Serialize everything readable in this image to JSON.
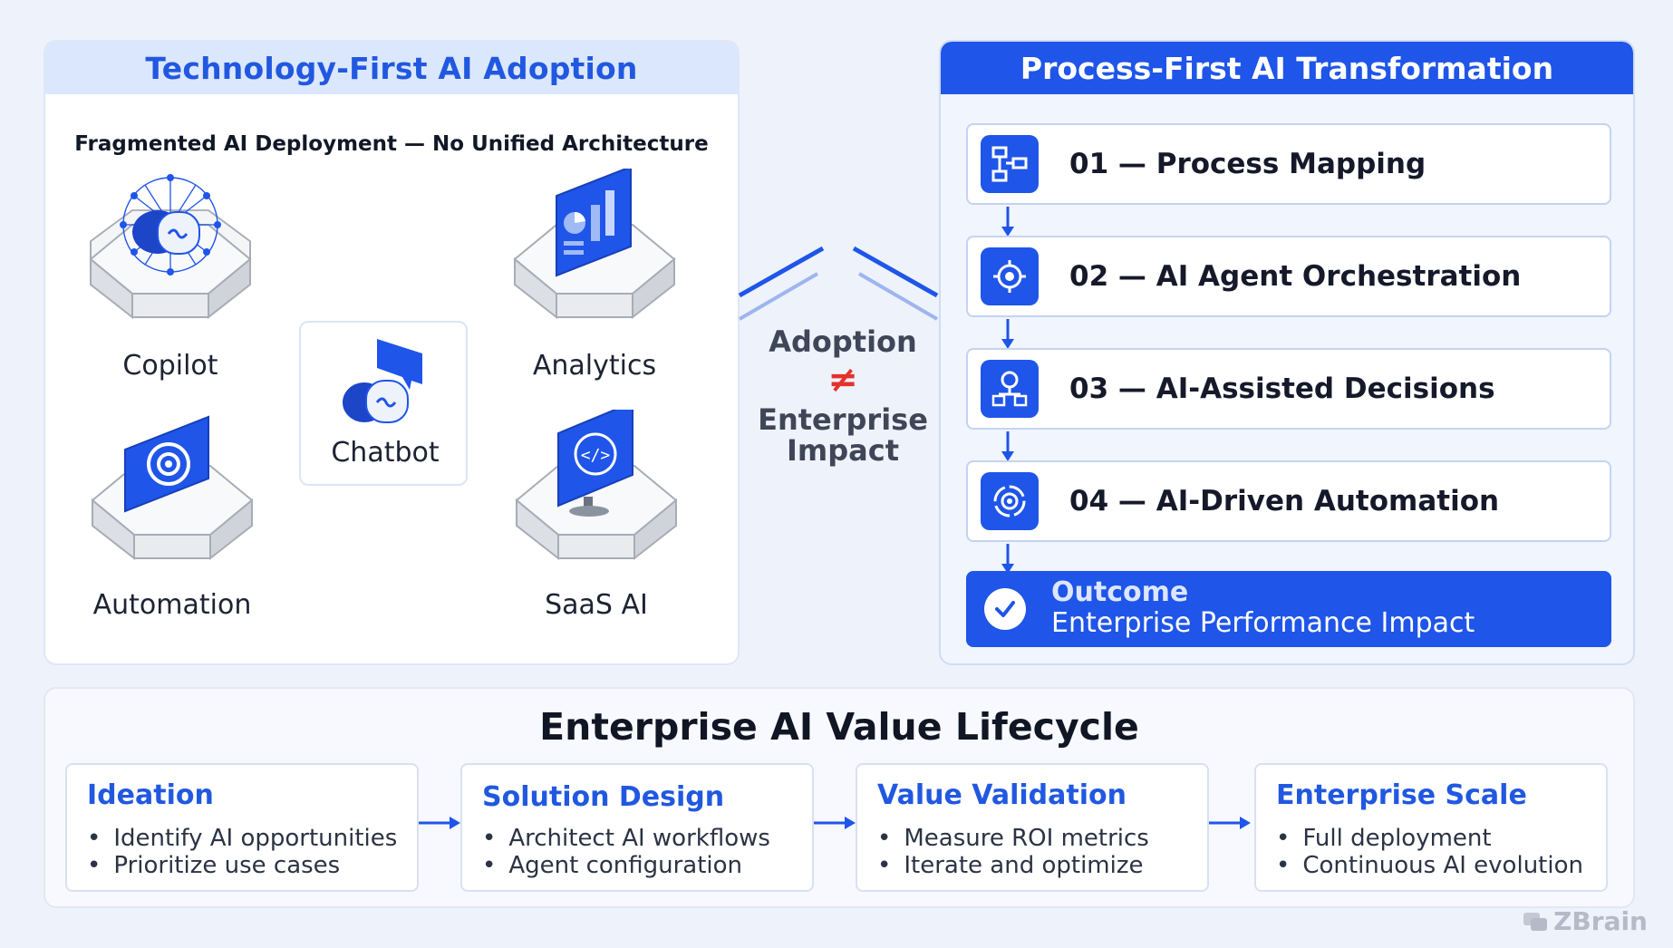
{
  "left_panel": {
    "title": "Technology-First AI Adoption",
    "subtitle": "Fragmented AI Deployment — No Unified Architecture",
    "items": [
      {
        "label": "Copilot",
        "icon": "copilot-network-icon"
      },
      {
        "label": "Analytics",
        "icon": "analytics-dashboard-icon"
      },
      {
        "label": "Chatbot",
        "icon": "chatbot-icon"
      },
      {
        "label": "Automation",
        "icon": "automation-gear-icon"
      },
      {
        "label": "SaaS AI",
        "icon": "saas-monitor-icon"
      }
    ]
  },
  "middle": {
    "line1": "Adoption",
    "symbol": "≠",
    "line2": "Enterprise",
    "line3": "Impact"
  },
  "right_panel": {
    "title": "Process-First AI Transformation",
    "steps": [
      {
        "label": "01 — Process Mapping",
        "icon": "flowchart-icon"
      },
      {
        "label": "02 — AI Agent Orchestration",
        "icon": "agent-gear-icon"
      },
      {
        "label": "03 — AI-Assisted Decisions",
        "icon": "decision-icon"
      },
      {
        "label": "04 — AI-Driven Automation",
        "icon": "automation-cycle-icon"
      }
    ],
    "outcome": {
      "title": "Outcome",
      "text": "Enterprise Performance Impact",
      "icon": "check-icon"
    }
  },
  "lifecycle": {
    "title": "Enterprise AI Value Lifecycle",
    "stages": [
      {
        "name": "Ideation",
        "bullets": [
          "Identify AI opportunities",
          "Prioritize use cases"
        ]
      },
      {
        "name": "Solution Design",
        "bullets": [
          "Architect AI workflows",
          "Agent configuration"
        ]
      },
      {
        "name": "Value Validation",
        "bullets": [
          "Measure ROI metrics",
          "Iterate and optimize"
        ]
      },
      {
        "name": "Enterprise Scale",
        "bullets": [
          "Full deployment",
          "Continuous AI evolution"
        ]
      }
    ]
  },
  "brand": "ZBrain",
  "colors": {
    "accent": "#1f55e8",
    "accent_light": "#dbe7fd",
    "not_equal": "#e5312b"
  }
}
